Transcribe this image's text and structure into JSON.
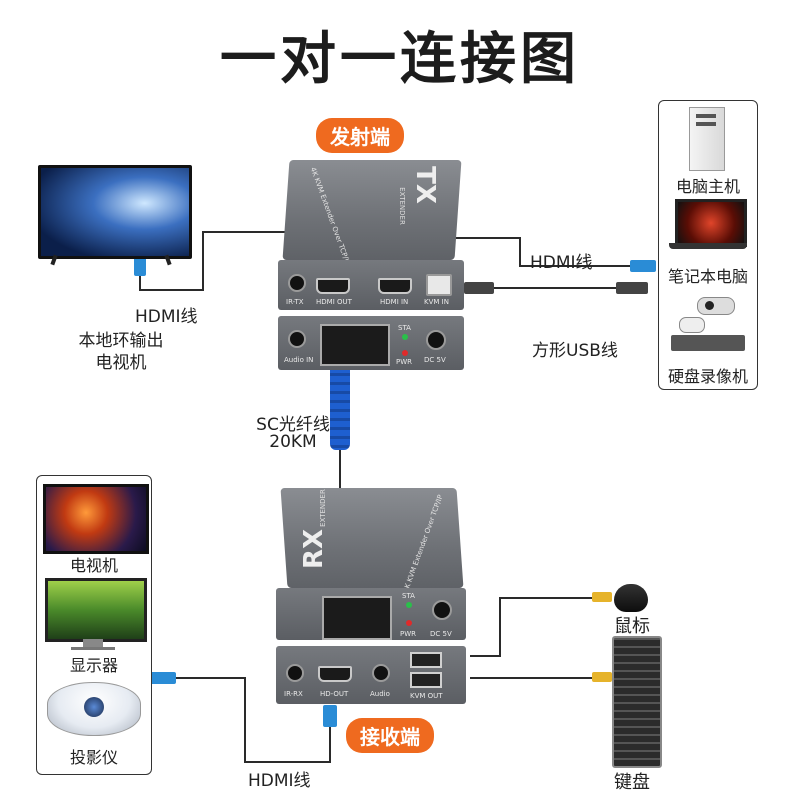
{
  "title": "一对一连接图",
  "tx_badge": "发射端",
  "rx_badge": "接收端",
  "tx_device": {
    "logo": "TX",
    "sub": "EXTENDER",
    "side_text": "4K KVM Extender Over TCP/IP",
    "ports_top": [
      "IR-TX",
      "HDMI OUT",
      "HDMI IN",
      "KVM IN"
    ],
    "ports_bottom": [
      "Audio IN",
      "STA",
      "PWR",
      "DC 5V"
    ]
  },
  "rx_device": {
    "logo": "RX",
    "sub": "EXTENDER",
    "side_text": "4K KVM Extender Over TCP/IP",
    "ports_top": [
      "STA",
      "PWR",
      "DC 5V"
    ],
    "ports_bottom": [
      "IR-RX",
      "HD-OUT",
      "Audio",
      "KVM OUT"
    ]
  },
  "labels": {
    "local_tv": [
      "本地环输出",
      "电视机"
    ],
    "hdmi_left": "HDMI线",
    "hdmi_right": "HDMI线",
    "hdmi_bottom": "HDMI线",
    "usb_square": "方形USB线",
    "fiber": [
      "SC光纤线",
      "20KM"
    ],
    "mouse": "鼠标",
    "keyboard": "键盘"
  },
  "sources_panel": [
    "电脑主机",
    "笔记本电脑",
    "硬盘录像机"
  ],
  "displays_panel": [
    "电视机",
    "显示器",
    "投影仪"
  ],
  "colors": {
    "badge": "#ef6a1f",
    "device": "#6e7176",
    "cable": "#2a2a2a",
    "fiber": "#1e5fd0"
  }
}
